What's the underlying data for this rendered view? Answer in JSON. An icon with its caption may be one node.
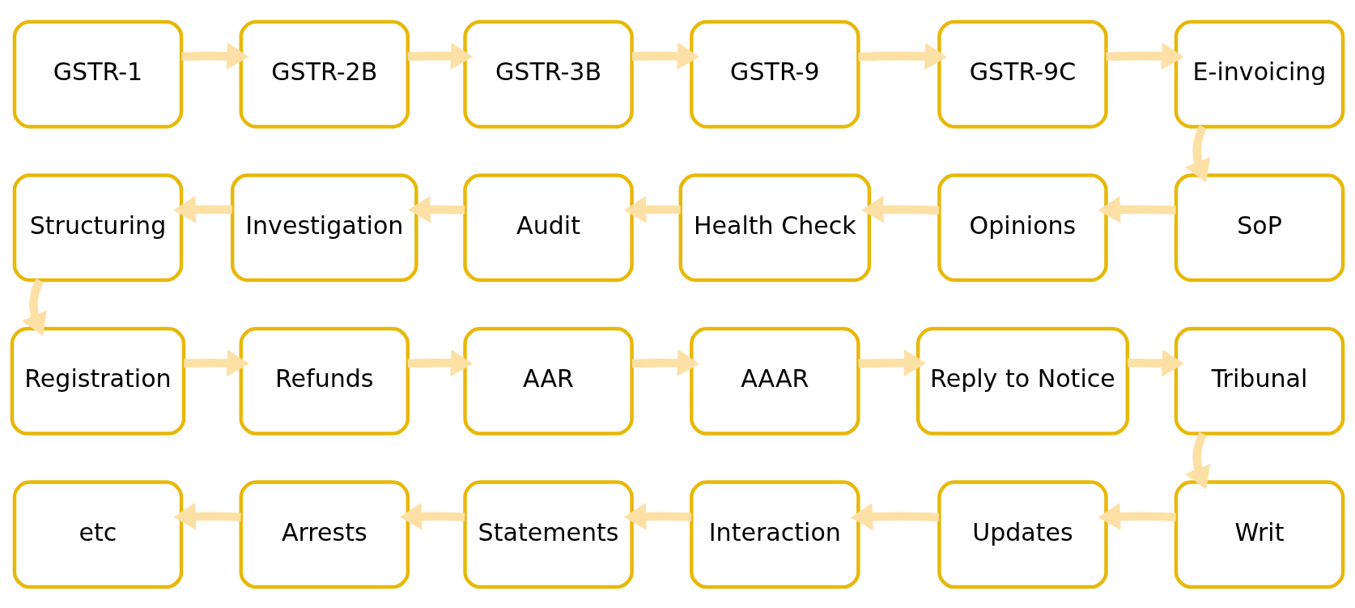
{
  "diagram": {
    "nodes": [
      {
        "text": [
          "GSTR-1"
        ]
      },
      {
        "text": [
          "GSTR-2B"
        ]
      },
      {
        "text": [
          "GSTR-3B"
        ]
      },
      {
        "text": [
          "GSTR-9"
        ]
      },
      {
        "text": [
          "GSTR-9C"
        ]
      },
      {
        "text": [
          "E-invoicing"
        ]
      },
      {
        "text": [
          "Structuring"
        ]
      },
      {
        "text": [
          "Investigation"
        ]
      },
      {
        "text": [
          "Audit"
        ]
      },
      {
        "text": [
          "Health Check"
        ]
      },
      {
        "text": [
          "Opinions"
        ]
      },
      {
        "text": [
          "SoP"
        ]
      },
      {
        "text": [
          "Registration"
        ]
      },
      {
        "text": [
          "Refunds"
        ]
      },
      {
        "text": [
          "AAR"
        ]
      },
      {
        "text": [
          "AAAR"
        ]
      },
      {
        "text": [
          "Reply to Notice"
        ]
      },
      {
        "text": [
          "Tribunal"
        ]
      },
      {
        "text": [
          "etc"
        ]
      },
      {
        "text": [
          "Arrests"
        ]
      },
      {
        "text": [
          "Statements"
        ]
      },
      {
        "text": [
          "Interaction"
        ]
      },
      {
        "text": [
          "Updates"
        ]
      },
      {
        "text": [
          "Writ"
        ]
      }
    ],
    "edges": [
      {
        "from": 0,
        "to": 1,
        "arrow": "to"
      },
      {
        "from": 1,
        "to": 2,
        "arrow": "to"
      },
      {
        "from": 2,
        "to": 3,
        "arrow": "to"
      },
      {
        "from": 3,
        "to": 4,
        "arrow": "to"
      },
      {
        "from": 4,
        "to": 5,
        "arrow": "to"
      },
      {
        "from": 5,
        "to": 11,
        "arrow": "to"
      },
      {
        "from": 11,
        "to": 10,
        "arrow": "to"
      },
      {
        "from": 10,
        "to": 9,
        "arrow": "to"
      },
      {
        "from": 9,
        "to": 8,
        "arrow": "to"
      },
      {
        "from": 8,
        "to": 7,
        "arrow": "to"
      },
      {
        "from": 7,
        "to": 6,
        "arrow": "to"
      },
      {
        "from": 6,
        "to": 12,
        "arrow": "to"
      },
      {
        "from": 12,
        "to": 13,
        "arrow": "to"
      },
      {
        "from": 13,
        "to": 14,
        "arrow": "to"
      },
      {
        "from": 14,
        "to": 15,
        "arrow": "to"
      },
      {
        "from": 15,
        "to": 16,
        "arrow": "to"
      },
      {
        "from": 16,
        "to": 17,
        "arrow": "to"
      },
      {
        "from": 17,
        "to": 23,
        "arrow": "to"
      },
      {
        "from": 23,
        "to": 22,
        "arrow": "to"
      },
      {
        "from": 22,
        "to": 21,
        "arrow": "to"
      },
      {
        "from": 21,
        "to": 20,
        "arrow": "to"
      },
      {
        "from": 20,
        "to": 19,
        "arrow": "to"
      },
      {
        "from": 19,
        "to": 18,
        "arrow": "to"
      }
    ]
  }
}
